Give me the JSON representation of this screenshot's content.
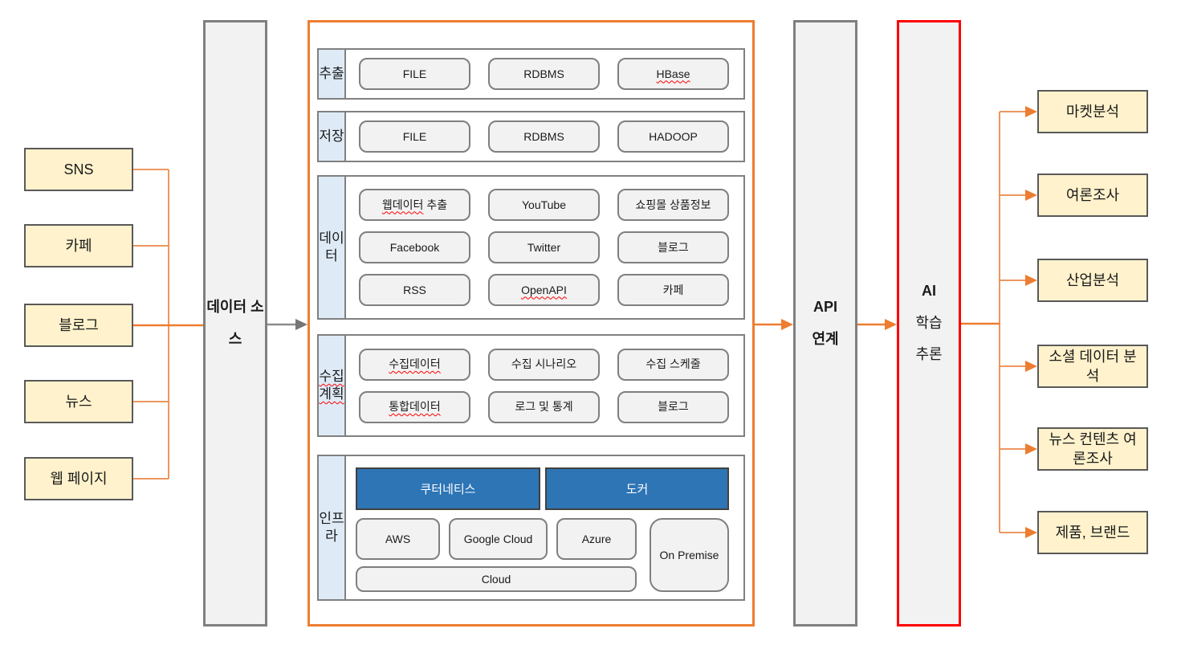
{
  "colors": {
    "accent_orange": "#ED7D31",
    "accent_red": "#FF0000",
    "source_fill": "#FFF2CC",
    "row_label_fill": "#DEEBF7",
    "platform_fill": "#2E75B6",
    "pillar_fill": "#F2F2F2"
  },
  "sources": {
    "items": [
      {
        "label": "SNS"
      },
      {
        "label": "카페"
      },
      {
        "label": "블로그"
      },
      {
        "label": "뉴스"
      },
      {
        "label": "웹 페이지"
      }
    ]
  },
  "data_source": {
    "label": "데이터 소스"
  },
  "pipeline": {
    "extract": {
      "label": "추출",
      "boxes": [
        {
          "label": "FILE"
        },
        {
          "label": "RDBMS"
        },
        {
          "label": "HBase"
        }
      ]
    },
    "store": {
      "label": "저장",
      "boxes": [
        {
          "label": "FILE"
        },
        {
          "label": "RDBMS"
        },
        {
          "label": "HADOOP"
        }
      ]
    },
    "data": {
      "label": "데이터",
      "boxes": [
        {
          "parts": [
            {
              "text": "웹데이터",
              "misspelled": true
            },
            {
              "text": " 추출"
            }
          ]
        },
        {
          "label": "YouTube"
        },
        {
          "label": "쇼핑몰 상품정보"
        },
        {
          "label": "Facebook"
        },
        {
          "label": "Twitter"
        },
        {
          "label": "블로그"
        },
        {
          "label": "RSS"
        },
        {
          "label": "OpenAPI",
          "misspelled": true
        },
        {
          "label": "카페"
        }
      ]
    },
    "plan": {
      "label": "수집계획",
      "label_misspelled": true,
      "boxes": [
        {
          "label": "수집데이터",
          "misspelled": true
        },
        {
          "label": "수집 시나리오"
        },
        {
          "label": "수집 스케줄"
        },
        {
          "label": "통합데이터",
          "misspelled": true
        },
        {
          "label": "로그 및 통계"
        },
        {
          "label": "블로그"
        }
      ]
    },
    "infra": {
      "label": "인프라",
      "platform_boxes": [
        {
          "label": "쿠터네티스"
        },
        {
          "label": "도커"
        }
      ],
      "cloud_boxes": [
        {
          "label": "AWS"
        },
        {
          "label": "Google Cloud"
        },
        {
          "label": "Azure"
        }
      ],
      "on_premise": {
        "label": "On Premise"
      },
      "cloud_wide": {
        "label": "Cloud"
      }
    }
  },
  "api": {
    "line1": "API",
    "line2": "연계"
  },
  "ai": {
    "line1": "AI",
    "line2": "학습",
    "line3": "추론"
  },
  "outputs": {
    "items": [
      {
        "label": "마켓분석"
      },
      {
        "label": "여론조사"
      },
      {
        "label": "산업분석"
      },
      {
        "label": "소셜 데이터 분석"
      },
      {
        "label": "뉴스 컨텐츠 여론조사"
      },
      {
        "label": "제품, 브랜드"
      }
    ]
  }
}
